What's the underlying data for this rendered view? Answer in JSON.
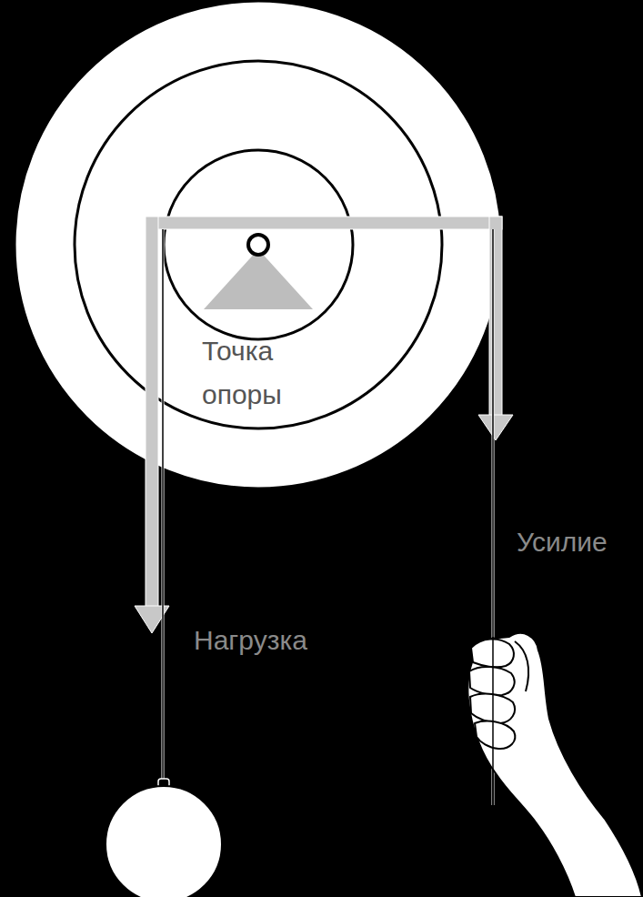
{
  "diagram": {
    "labels": [
      "Точка опоры",
      "Нагрузка",
      "Усилие"
    ]
  }
}
